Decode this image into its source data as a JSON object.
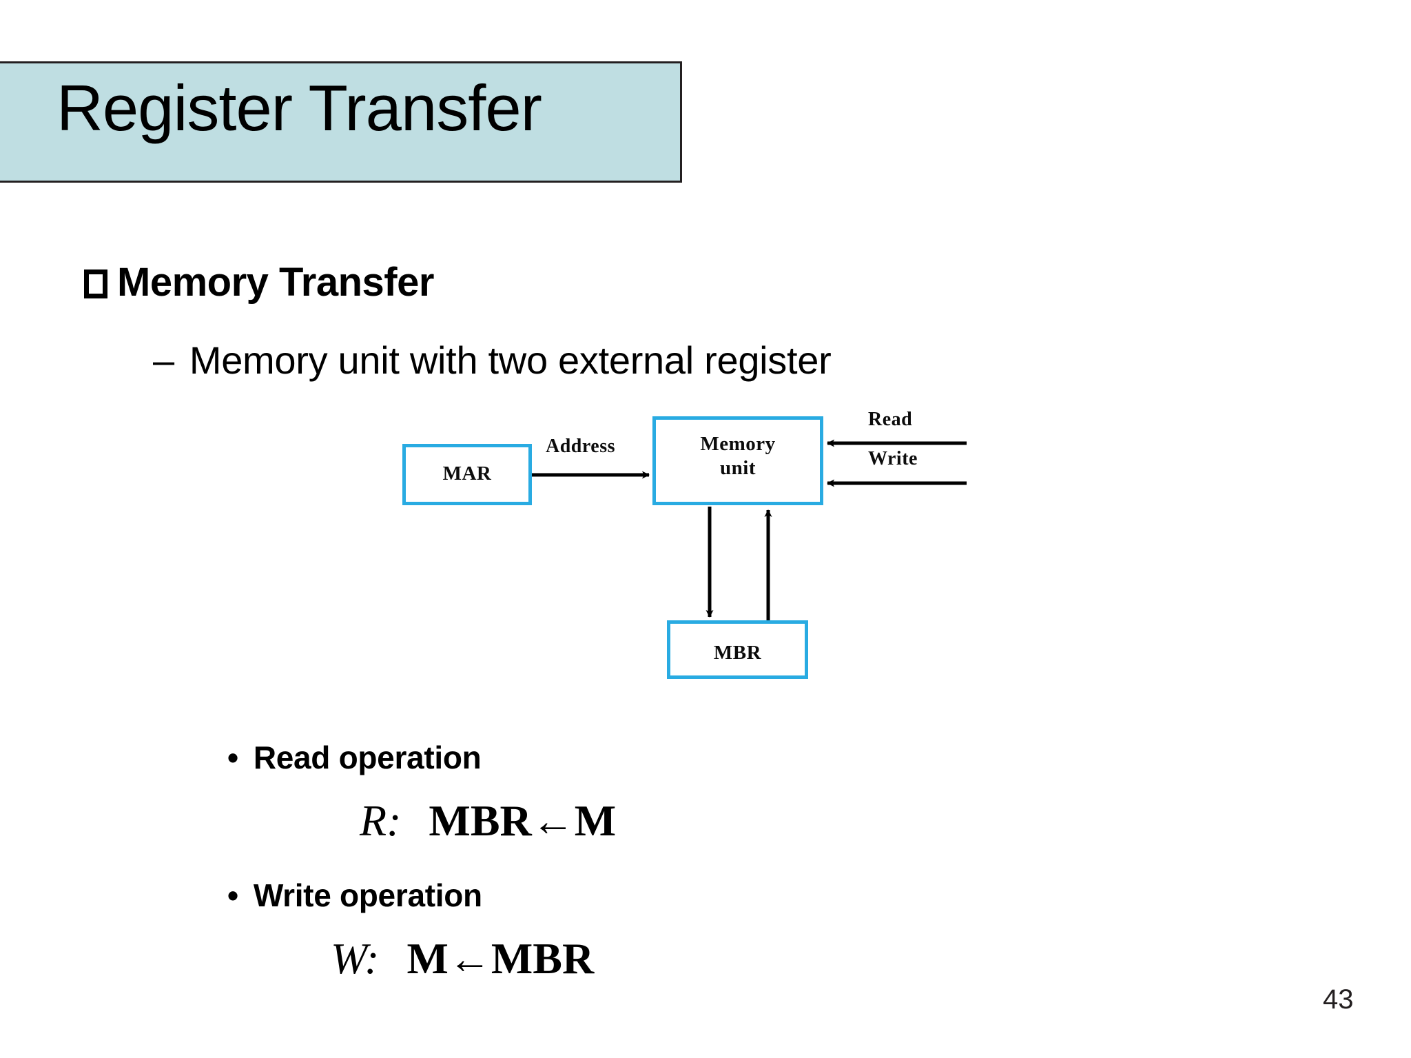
{
  "slide": {
    "title": "Register Transfer",
    "page_number": "43",
    "title_bg_color": "#bfdee2",
    "accent_box_color": "#29abe2"
  },
  "bullets": {
    "level1": {
      "bullet_glyph": "square-outline",
      "text": "Memory Transfer"
    },
    "level2": {
      "bullet_glyph": "–",
      "text": "Memory unit with two external register"
    }
  },
  "diagram": {
    "boxes": [
      {
        "name": "mar",
        "label": "MAR"
      },
      {
        "name": "memory-unit",
        "label_line1": "Memory",
        "label_line2": "unit"
      },
      {
        "name": "mbr",
        "label": "MBR"
      }
    ],
    "arrow_labels": {
      "address": "Address",
      "read": "Read",
      "write": "Write"
    }
  },
  "operations": [
    {
      "bullet_glyph": "•",
      "heading": "Read operation",
      "formula": {
        "signal": "R",
        "colon": ":",
        "dest": "MBR",
        "arrow": "←",
        "src": "M"
      }
    },
    {
      "bullet_glyph": "•",
      "heading": "Write operation",
      "formula": {
        "signal": "W",
        "colon": ":",
        "dest": "M",
        "arrow": "←",
        "src": "MBR"
      }
    }
  ]
}
